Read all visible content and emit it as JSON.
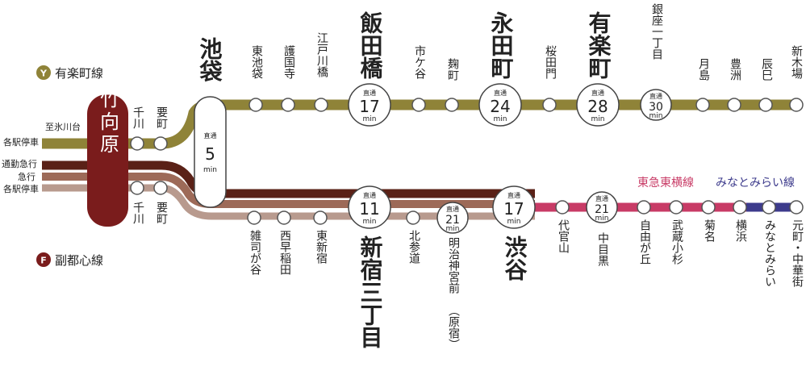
{
  "colors": {
    "yurakucho": "#8f8338",
    "fukutoshin_express": "#5a2117",
    "fukutoshin_rapid": "#9d6a58",
    "fukutoshin_local": "#b89a8e",
    "toyoko": "#c83b66",
    "minatomirai": "#3d3b8c",
    "origin": "#7a1c1c"
  },
  "legend": {
    "yurakucho_mark": "Y",
    "yurakucho_label": "有楽町線",
    "fukutoshin_mark": "F",
    "fukutoshin_label": "副都心線"
  },
  "origin": {
    "name": "小竹向原"
  },
  "service_labels": {
    "top_local_dest": "至氷川台",
    "top_local": "各駅停車",
    "commuter_express": "通勤急行",
    "express": "急行",
    "bottom_local": "各駅停車"
  },
  "line_labels": {
    "toyoko": "東急東横線",
    "minatomirai": "みなとみらい線"
  },
  "unit": "min",
  "direct": "直通",
  "stations": {
    "senkawa_top": "千川",
    "kanamecho_top": "要町",
    "senkawa_bottom": "千川",
    "kanamecho_bottom": "要町",
    "ikebukuro": "池袋",
    "higashi_ikebukuro": "東池袋",
    "gokokuji": "護国寺",
    "edogawabashi": "江戸川橋",
    "iidabashi": "飯田橋",
    "ichigaya": "市ケ谷",
    "kojimachi": "麹町",
    "nagatacho": "永田町",
    "sakuradamon": "桜田門",
    "yurakucho": "有楽町",
    "ginza_itchome": "銀座一丁目",
    "tsukishima": "月島",
    "toyosu": "豊洲",
    "tatsumi": "辰巳",
    "shinkiba": "新木場",
    "zoshigaya": "雑司が谷",
    "nishi_waseda": "西早稲田",
    "higashi_shinjuku": "東新宿",
    "shinjuku_sanchome": "新宿三丁目",
    "kitasando": "北参道",
    "meiji_jingumae": "明治神宮前",
    "harajuku": "（原宿）",
    "shibuya": "渋谷",
    "daikanyama": "代官山",
    "nakameguro": "中目黒",
    "jiyugaoka": "自由が丘",
    "musashi_kosugi": "武蔵小杉",
    "kikuna": "菊名",
    "yokohama": "横浜",
    "minatomirai": "みなとみらい",
    "motomachi": "元町・中華街"
  },
  "times": {
    "ikebukuro": "5",
    "iidabashi": "17",
    "nagatacho": "24",
    "yurakucho": "28",
    "ginza_itchome": "30",
    "shinjuku_sanchome": "11",
    "meiji_jingumae": "21",
    "shibuya": "17",
    "nakameguro": "21"
  }
}
